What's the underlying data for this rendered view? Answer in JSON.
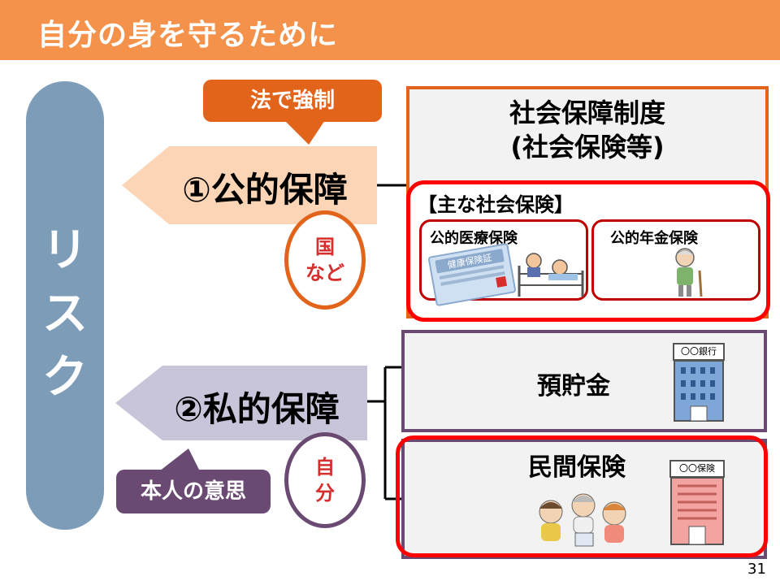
{
  "header": {
    "title": "自分の身を守るために",
    "bg_color": "#f4914a"
  },
  "risk": {
    "label_chars": [
      "リ",
      "ス",
      "ク"
    ],
    "color": "#7c9cb8"
  },
  "public": {
    "arrow_label": "①公的保障",
    "bubble": "法で強制",
    "circle_lines": [
      "国",
      "など"
    ],
    "arrow_color": "#fbd5b5",
    "accent": "#e2641b"
  },
  "private": {
    "arrow_label": "②私的保障",
    "bubble": "本人の意思",
    "circle_lines": [
      "自",
      "分"
    ],
    "arrow_color": "#c8c4d9",
    "accent": "#6a4a73"
  },
  "social_system": {
    "title_lines": [
      "社会保障制度",
      "(社会保険等)"
    ],
    "main_insurance_title": "【主な社会保険】",
    "items": [
      {
        "label": "公的医療保険",
        "card_text": "健康保険証"
      },
      {
        "label": "公的年金保険"
      }
    ]
  },
  "savings": {
    "label": "預貯金",
    "building_sign": "〇〇銀行"
  },
  "private_insurance": {
    "label": "民間保険",
    "building_sign": "〇〇保険"
  },
  "page_number": "31",
  "highlight_color": "#ff0000"
}
